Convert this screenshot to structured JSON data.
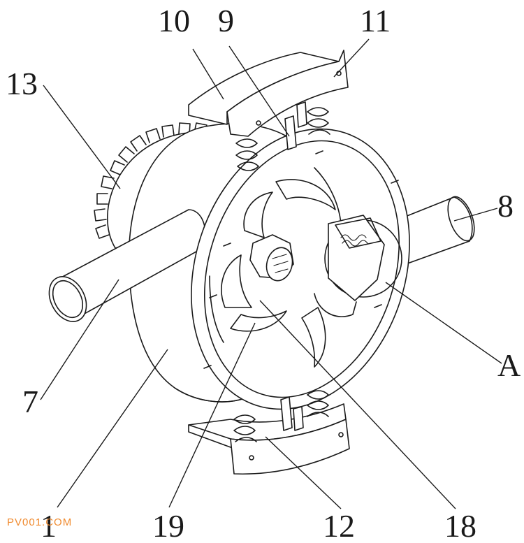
{
  "labels": {
    "l10": "10",
    "l9": "9",
    "l11": "11",
    "l13": "13",
    "l8": "8",
    "lA": "A",
    "l7": "7",
    "l1": "1",
    "l19": "19",
    "l12": "12",
    "l18": "18"
  },
  "watermark": "PV001.COM"
}
